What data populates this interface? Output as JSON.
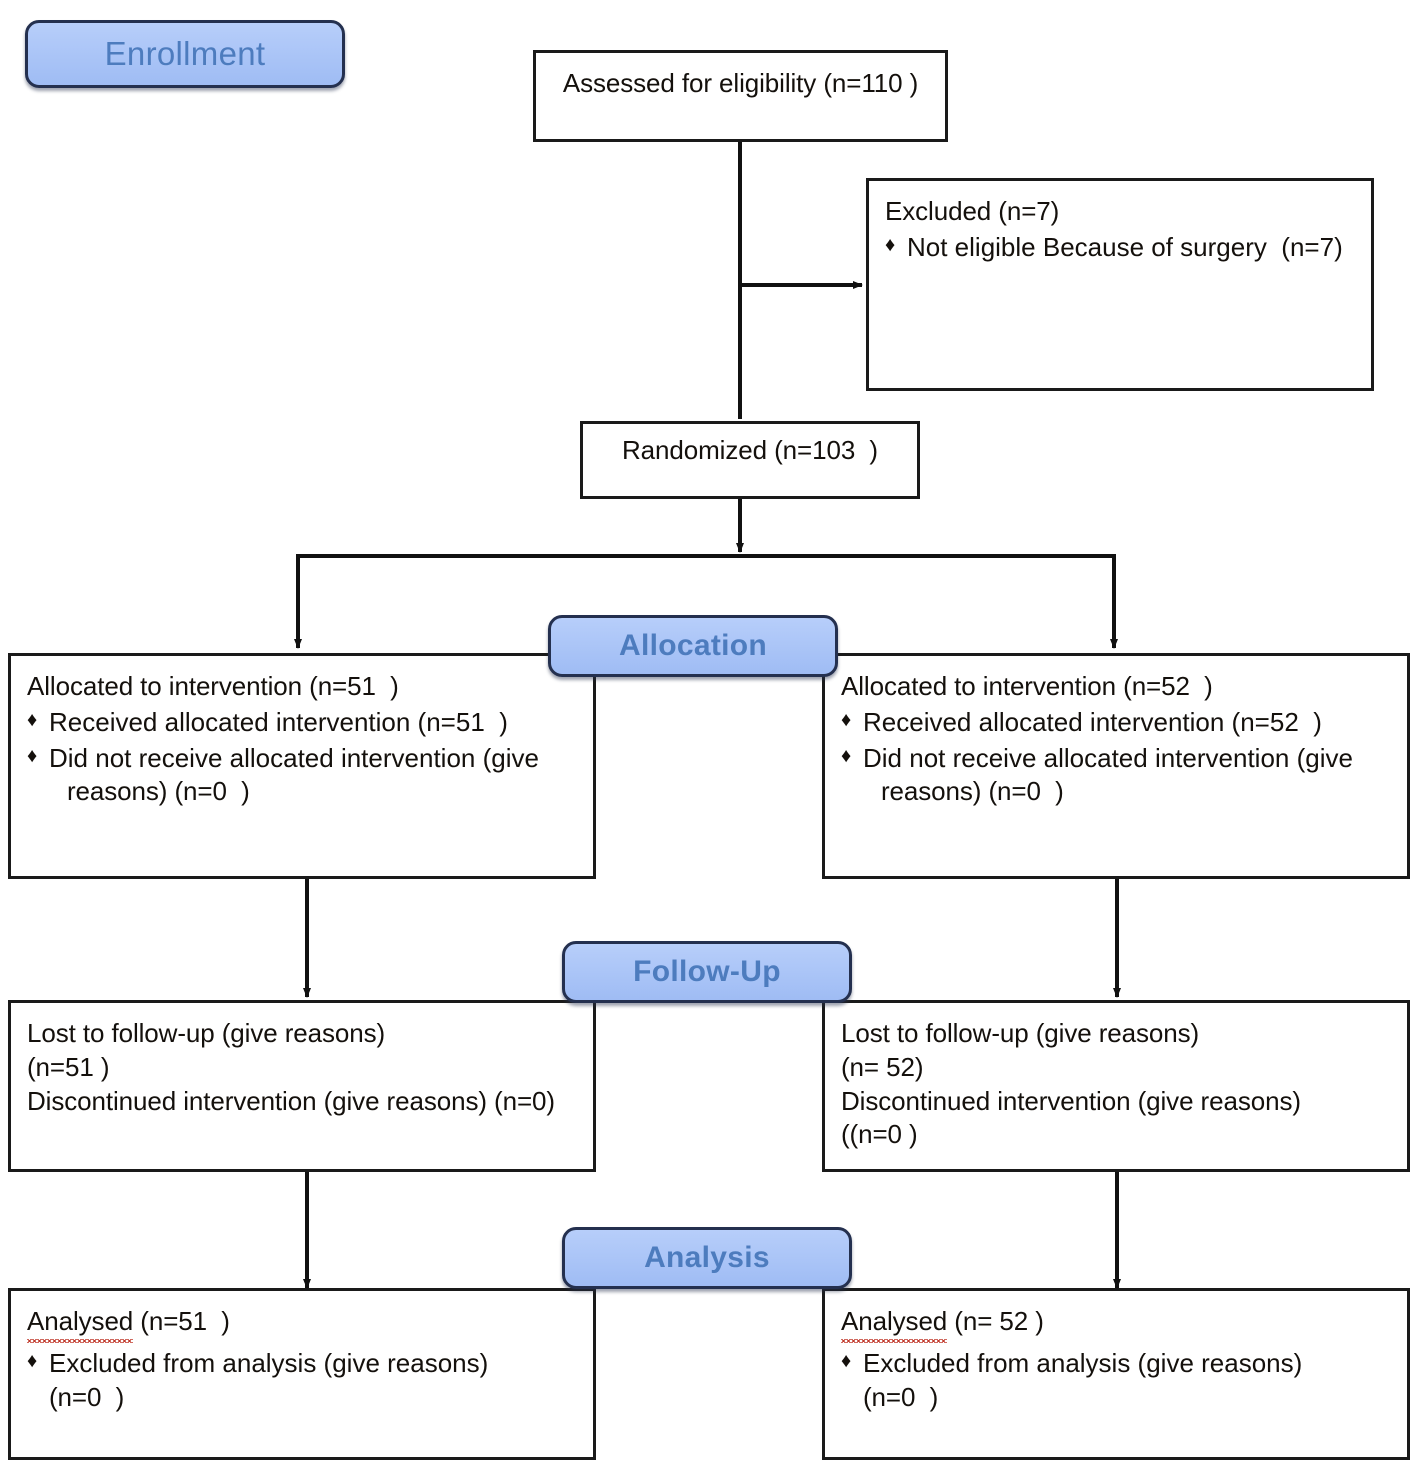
{
  "diagram": {
    "title": "CONSORT participant flow diagram",
    "colors": {
      "badge_fill": "#a9c6f5",
      "badge_border": "#24304f",
      "badge_text": "#4d7cbe",
      "box_border": "#1a1a1a",
      "box_fill": "#ffffff",
      "text": "#14100c",
      "connector": "#111111",
      "spellcheck_underline": "#c0392b"
    }
  },
  "stages": {
    "enrollment": {
      "label": "Enrollment"
    },
    "allocation": {
      "label": "Allocation"
    },
    "followup": {
      "label": "Follow-Up"
    },
    "analysis": {
      "label": "Analysis"
    }
  },
  "nodes": {
    "assessed": {
      "name": "assessed-for-eligibility",
      "lines": [
        "Assessed for eligibility (n=110 )"
      ]
    },
    "excluded": {
      "name": "excluded",
      "heading": "Excluded (n=7)",
      "bullets": [
        "Not eligible Because of surgery  (n=7)"
      ]
    },
    "randomized": {
      "name": "randomized",
      "lines": [
        "Randomized (n=103  )"
      ]
    },
    "allocation_left": {
      "name": "allocated-left",
      "heading": "Allocated to intervention (n=51  )",
      "bullets": [
        "Received allocated intervention (n=51  )",
        "Did not receive allocated intervention (give"
      ],
      "continuation": "reasons) (n=0  )"
    },
    "allocation_right": {
      "name": "allocated-right",
      "heading": "Allocated to intervention (n=52  )",
      "bullets": [
        "Received allocated intervention (n=52  )",
        "Did not receive allocated intervention (give"
      ],
      "continuation": "reasons) (n=0  )"
    },
    "followup_left": {
      "name": "followup-left",
      "lines": [
        "Lost to follow-up (give reasons)",
        "(n=51 )",
        "Discontinued intervention (give reasons) (n=0)"
      ]
    },
    "followup_right": {
      "name": "followup-right",
      "lines": [
        "Lost to follow-up (give reasons)",
        "(n= 52)",
        "Discontinued intervention (give reasons)",
        "((n=0 )"
      ]
    },
    "analysis_left": {
      "name": "analysis-left",
      "heading_word": "Analysed",
      "heading_rest": " (n=51  )",
      "bullets": [
        "Excluded from analysis (give reasons)"
      ],
      "continuation": "(n=0  )"
    },
    "analysis_right": {
      "name": "analysis-right",
      "heading_word": "Analysed",
      "heading_rest": " (n= 52 )",
      "bullets": [
        "Excluded from analysis (give reasons)"
      ],
      "continuation": "(n=0  )"
    }
  },
  "icons": {
    "bullet": "♦"
  }
}
